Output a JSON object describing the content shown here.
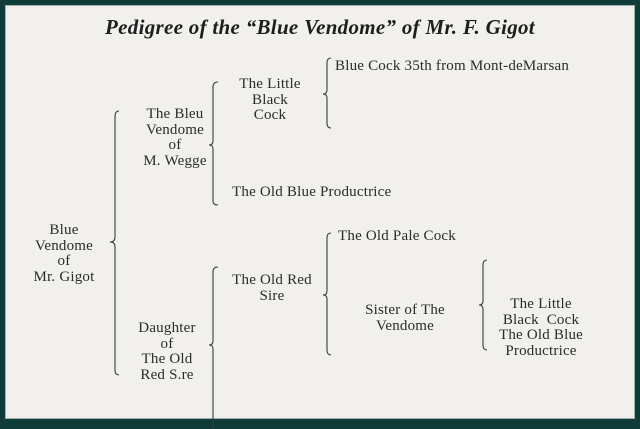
{
  "title": "Pedigree of the “Blue Vendome” of Mr. F. Gigot",
  "pedigree": {
    "root": [
      "Blue",
      "Vendome",
      "of",
      "Mr. Gigot"
    ],
    "sire": [
      "The Bleu",
      "Vendome",
      "of",
      "M. Wegge"
    ],
    "sire_sire": [
      "The Little",
      "Black",
      "Cock"
    ],
    "sire_sire_sire": "Blue Cock 35th from Mont-deMarsan",
    "sire_dam": "The Old Blue Productrice",
    "dam": [
      "Daughter",
      "of",
      "The Old",
      "Red S.re"
    ],
    "dam_sire": [
      "The Old Red",
      "Sire"
    ],
    "dam_sire_sire": "The Old Pale Cock",
    "dam_sire_dam": [
      "Sister of The",
      "Vendome"
    ],
    "dam_sire_dam_parents": [
      "The Little",
      "Black  Cock",
      "The Old Blue",
      "Productrice"
    ]
  }
}
